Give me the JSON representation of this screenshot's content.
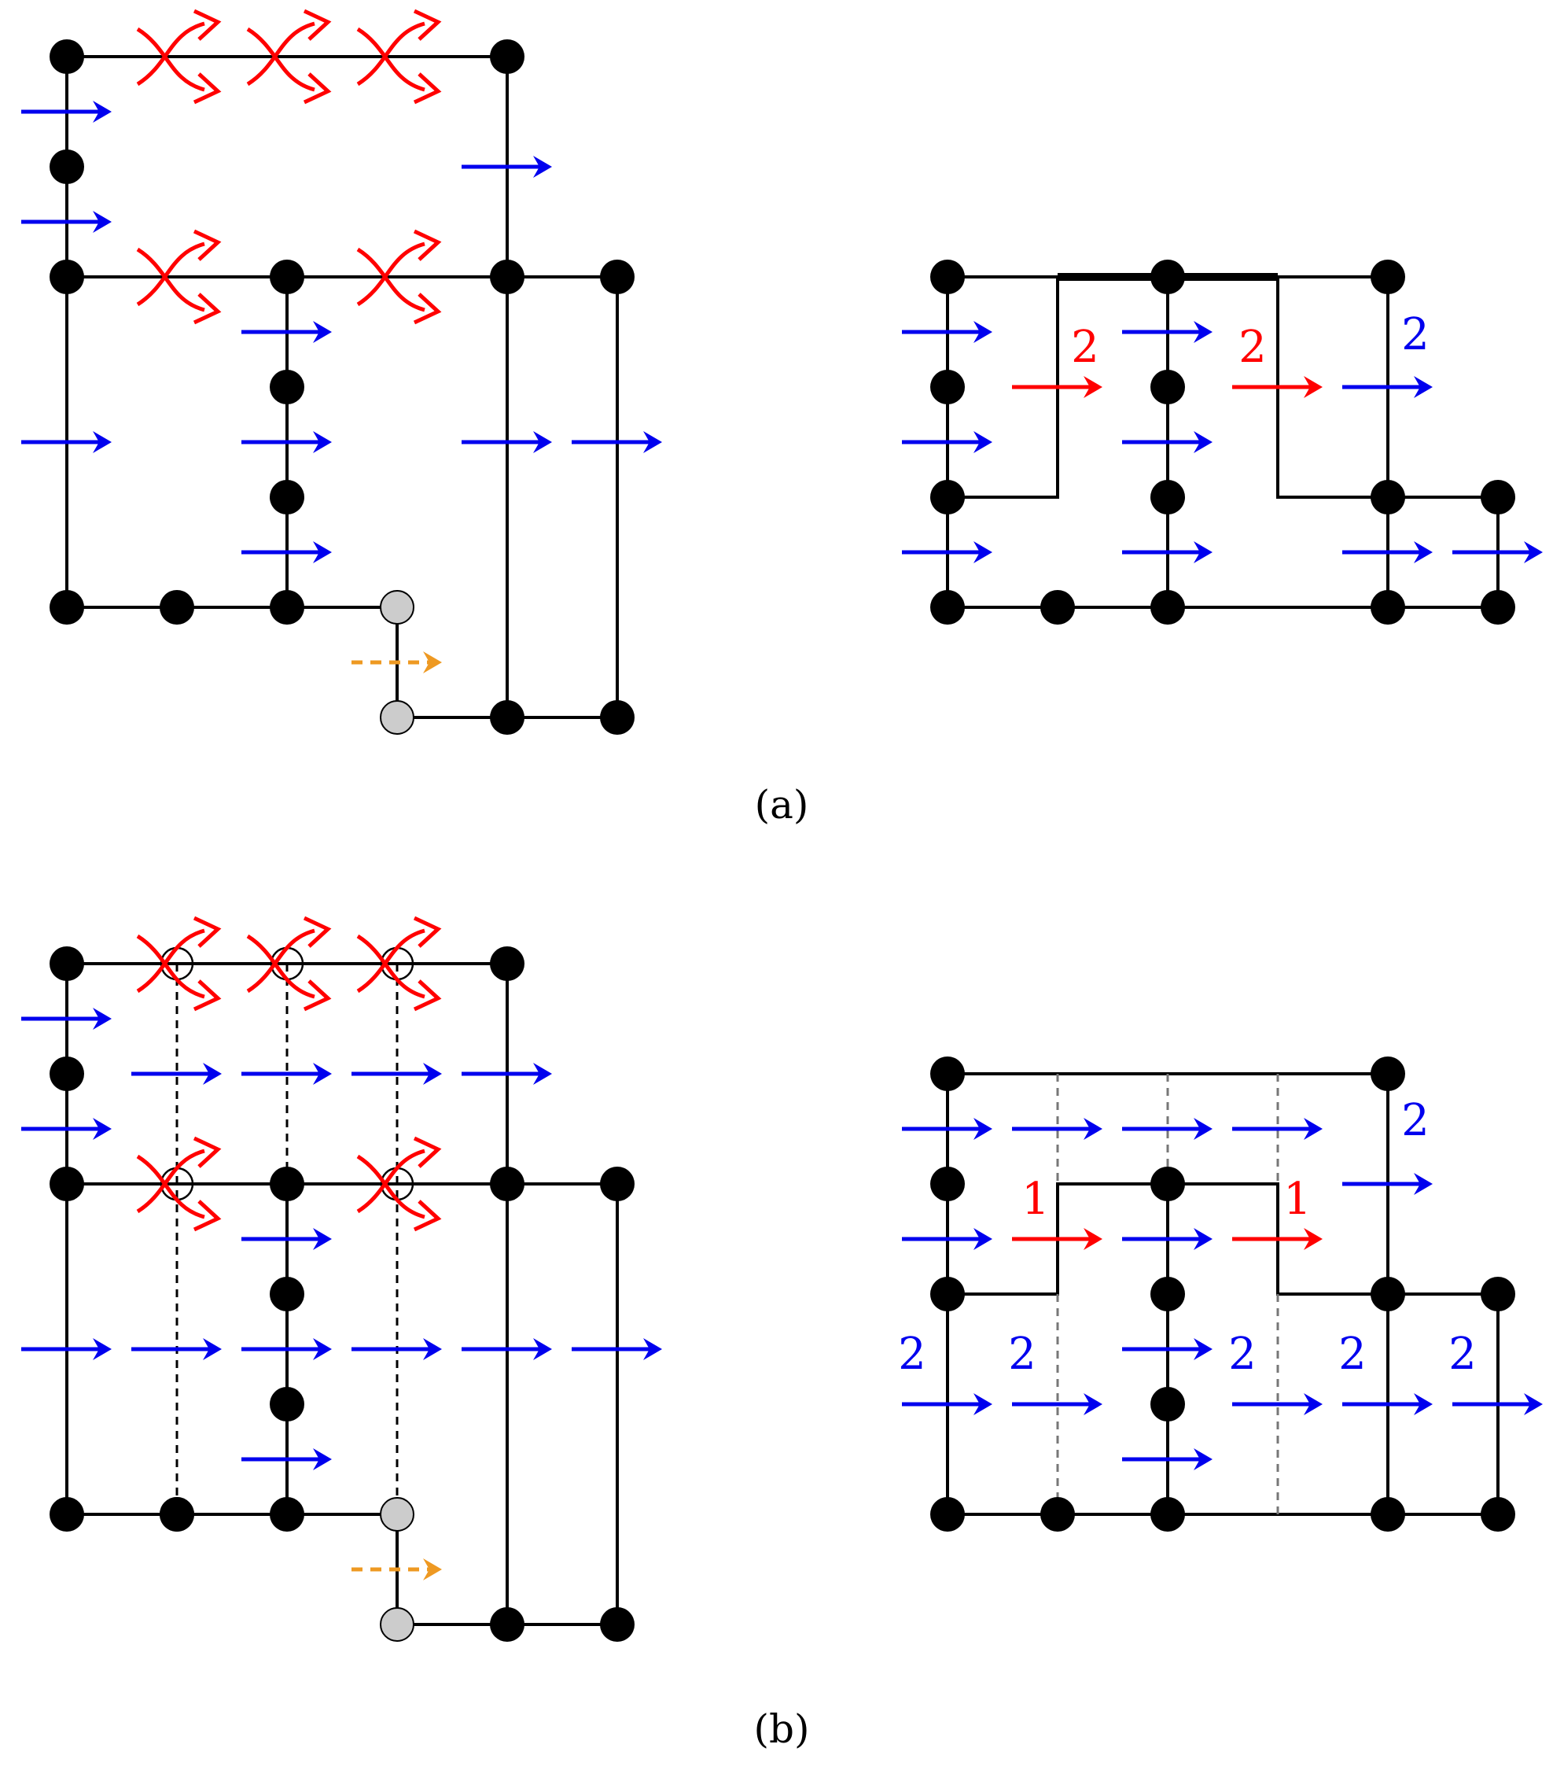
{
  "colors": {
    "edge": "#000000",
    "node": "#000000",
    "ghost_node": "#cccccc",
    "blue_arrow": "#0000ee",
    "red_arrow": "#ff0000",
    "orange_arrow": "#ee9922",
    "dashed_line": "#000000",
    "gray_dashed": "#777777",
    "label_blue": "#0000ee",
    "label_red": "#ff0000"
  },
  "icons": {
    "flow_arrow": "right-arrow-icon",
    "swap": "crossing-swap-icon",
    "ghost_flow": "dashed-right-arrow-icon"
  },
  "panels": [
    {
      "id": "a",
      "caption": "(a)",
      "left": {
        "labels": []
      },
      "right": {
        "labels": [
          {
            "text": "2",
            "color": "red"
          },
          {
            "text": "2",
            "color": "red"
          },
          {
            "text": "2",
            "color": "blue"
          }
        ]
      }
    },
    {
      "id": "b",
      "caption": "(b)",
      "left": {
        "labels": []
      },
      "right": {
        "labels": [
          {
            "text": "2",
            "color": "blue"
          },
          {
            "text": "1",
            "color": "red"
          },
          {
            "text": "1",
            "color": "red"
          },
          {
            "text": "2",
            "color": "blue"
          },
          {
            "text": "2",
            "color": "blue"
          },
          {
            "text": "2",
            "color": "blue"
          },
          {
            "text": "2",
            "color": "blue"
          },
          {
            "text": "2",
            "color": "blue"
          }
        ]
      }
    }
  ]
}
